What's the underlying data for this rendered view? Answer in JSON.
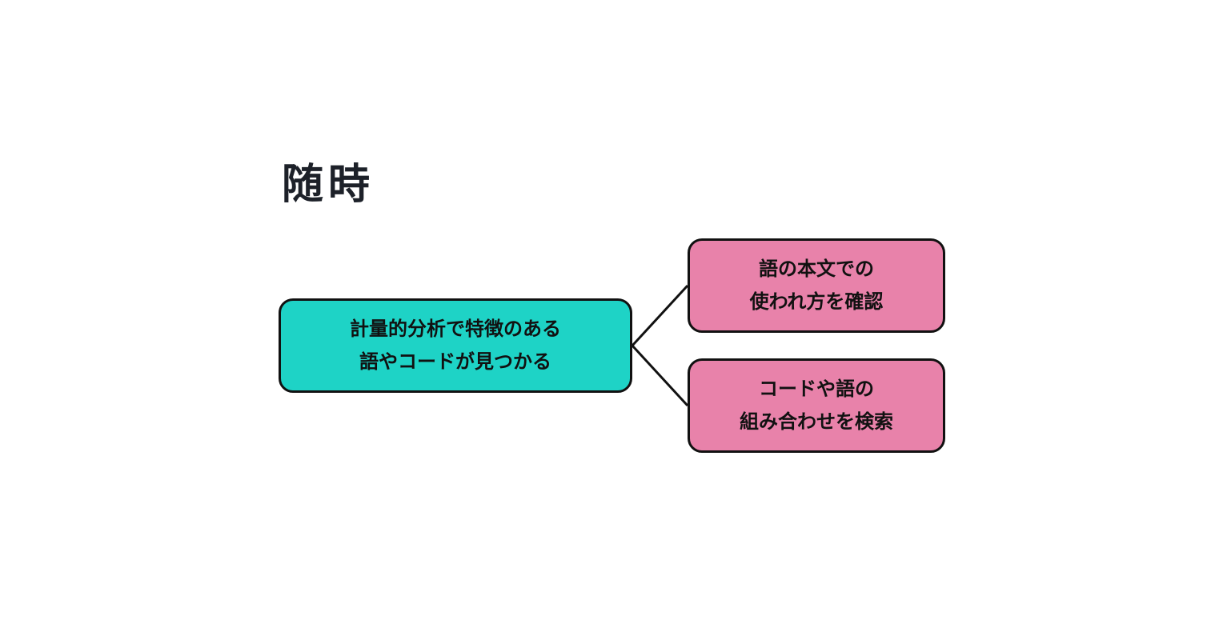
{
  "title": "随時",
  "colors": {
    "source_fill": "#1ed3c6",
    "target_fill": "#e882aa",
    "border": "#111111",
    "connector": "#111111"
  },
  "nodes": {
    "source": {
      "lines": [
        "計量的分析で特徴のある",
        "語やコードが見つかる"
      ]
    },
    "target_1": {
      "lines": [
        "語の本文での",
        "使われ方を確認"
      ]
    },
    "target_2": {
      "lines": [
        "コードや語の",
        "組み合わせを検索"
      ]
    }
  }
}
